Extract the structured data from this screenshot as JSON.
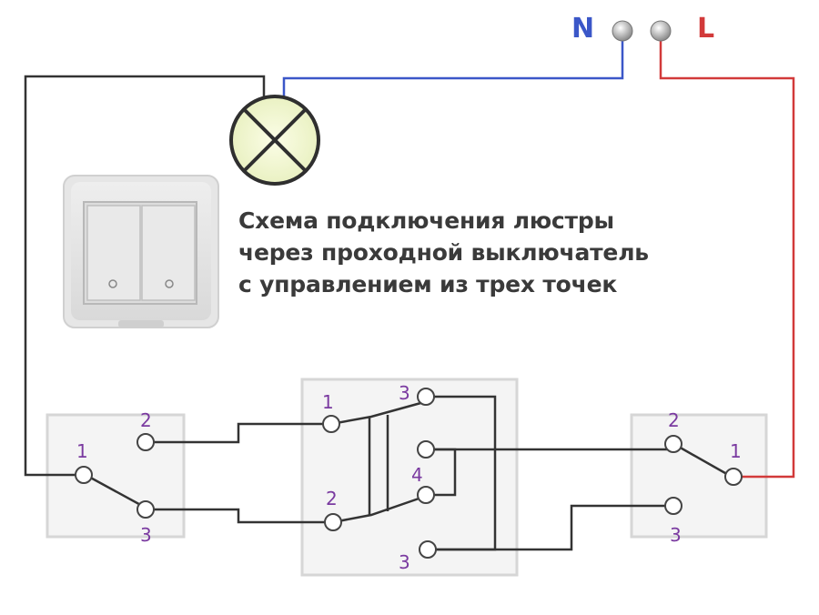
{
  "title": {
    "line1": "Схема подключения люстры",
    "line2": "через проходной выключатель",
    "line3": "с управлением из трех точек"
  },
  "supply": {
    "neutral_label": "N",
    "live_label": "L"
  },
  "switch_left": {
    "t1": "1",
    "t2": "2",
    "t3": "3"
  },
  "switch_middle": {
    "t1": "1",
    "t2": "2",
    "t3a": "3",
    "t3b": "3",
    "t4": "4"
  },
  "switch_right": {
    "t1": "1",
    "t2": "2",
    "t3": "3"
  },
  "colors": {
    "neutral": "#3b57c8",
    "live": "#d23a3a",
    "wire": "#333333",
    "label_n": "#3b57c8",
    "label_l": "#d23a3a",
    "terminal_number": "#7a3aa0"
  },
  "icons": [
    "lamp-icon",
    "double-switch-icon",
    "terminal-icon"
  ]
}
